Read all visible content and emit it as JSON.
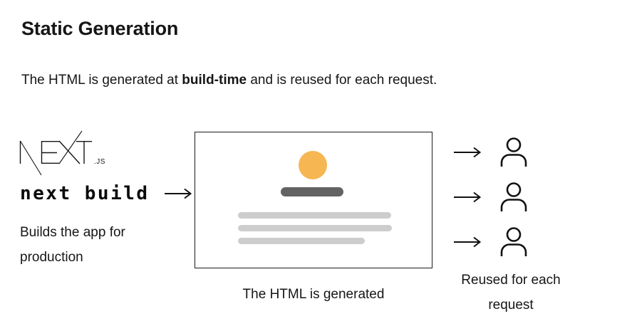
{
  "page": {
    "title": "Static Generation",
    "intro": {
      "prefix": "The HTML is generated at ",
      "emphasis": "build-time",
      "suffix": " and is reused for each request."
    }
  },
  "build_step": {
    "logo_text": "NEXT",
    "logo_suffix": ".JS",
    "command": "next build",
    "description": "Builds the app for production"
  },
  "html_preview": {
    "caption": "The HTML is generated",
    "skeleton": {
      "circle_color": "#F6B652",
      "heading_color": "#636363",
      "line_color": "#CDCDCD"
    }
  },
  "requests": {
    "caption": "Reused for each request",
    "count": 3
  }
}
